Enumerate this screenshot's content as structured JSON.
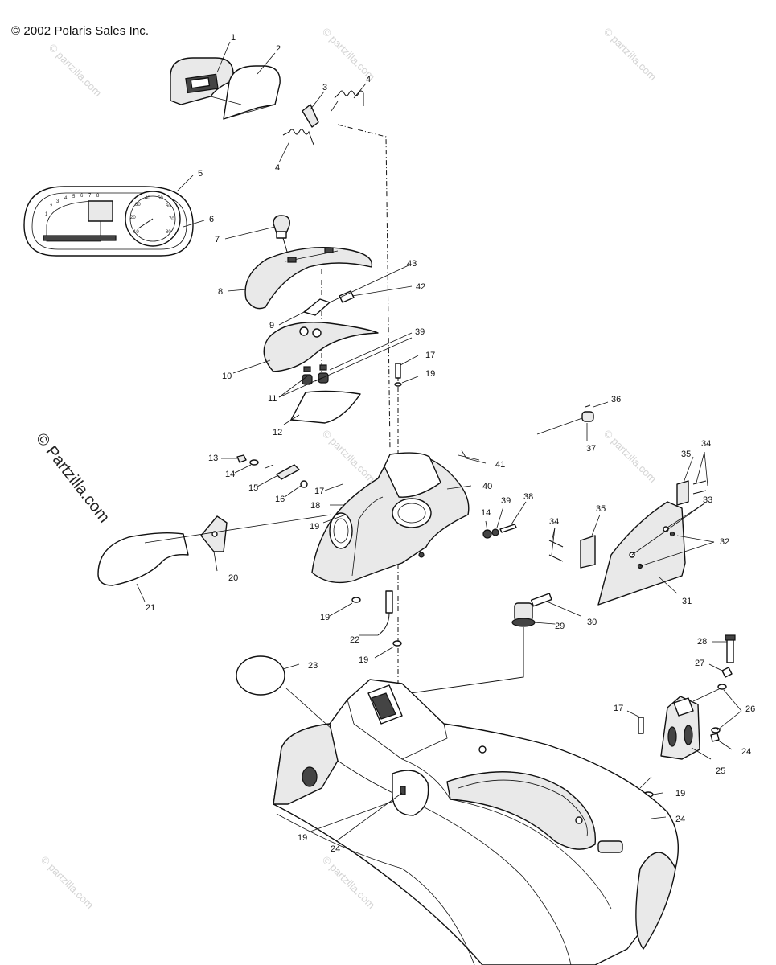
{
  "copyright": "© 2002 Polaris Sales Inc.",
  "watermark": "© partzilla.com",
  "watermark_big": "© Partzilla.com",
  "callouts": [
    "1",
    "2",
    "3",
    "4",
    "4",
    "5",
    "6",
    "7",
    "8",
    "9",
    "10",
    "11",
    "12",
    "13",
    "14",
    "15",
    "16",
    "17",
    "17",
    "17",
    "18",
    "19",
    "19",
    "19",
    "19",
    "19",
    "19",
    "20",
    "21",
    "22",
    "23",
    "24",
    "24",
    "24",
    "25",
    "26",
    "27",
    "28",
    "29",
    "30",
    "31",
    "32",
    "33",
    "34",
    "34",
    "35",
    "35",
    "36",
    "37",
    "38",
    "39",
    "39",
    "40",
    "41",
    "42",
    "43",
    "14"
  ],
  "gauge": {
    "rpm_ticks": [
      "1",
      "2",
      "3",
      "4",
      "5",
      "6",
      "7",
      "8"
    ],
    "speed_ticks": [
      "10",
      "20",
      "30",
      "40",
      "50",
      "60",
      "70",
      "80"
    ]
  }
}
